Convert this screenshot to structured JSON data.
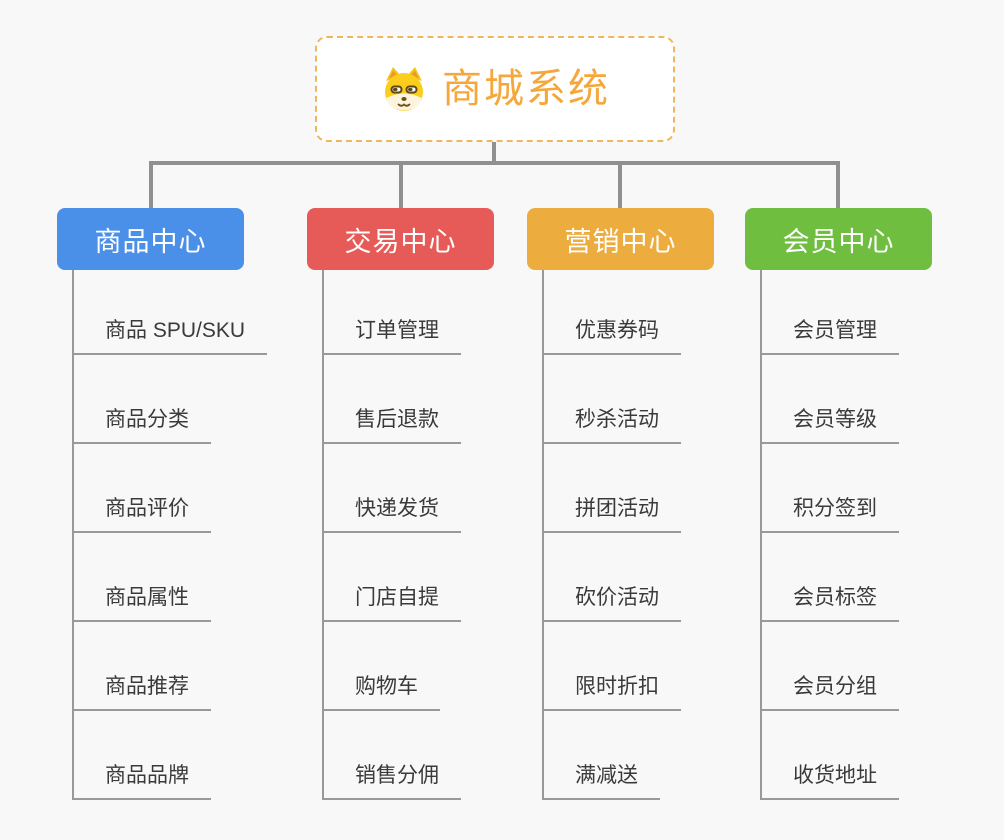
{
  "root": {
    "title": "商城系统",
    "icon": "dog-icon"
  },
  "branches": [
    {
      "label": "商品中心",
      "color": "#4b90e8",
      "children": [
        "商品 SPU/SKU",
        "商品分类",
        "商品评价",
        "商品属性",
        "商品推荐",
        "商品品牌"
      ]
    },
    {
      "label": "交易中心",
      "color": "#e65b57",
      "children": [
        "订单管理",
        "售后退款",
        "快递发货",
        "门店自提",
        "购物车",
        "销售分佣"
      ]
    },
    {
      "label": "营销中心",
      "color": "#edac3e",
      "children": [
        "优惠券码",
        "秒杀活动",
        "拼团活动",
        "砍价活动",
        "限时折扣",
        "满减送"
      ]
    },
    {
      "label": "会员中心",
      "color": "#6fbe40",
      "children": [
        "会员管理",
        "会员等级",
        "积分签到",
        "会员标签",
        "会员分组",
        "收货地址"
      ]
    }
  ],
  "colors": {
    "background": "#f8f8f8",
    "connector": "#909090",
    "leaf_line": "#999999",
    "root_accent": "#f5a73b",
    "root_border": "#f0b65c"
  }
}
